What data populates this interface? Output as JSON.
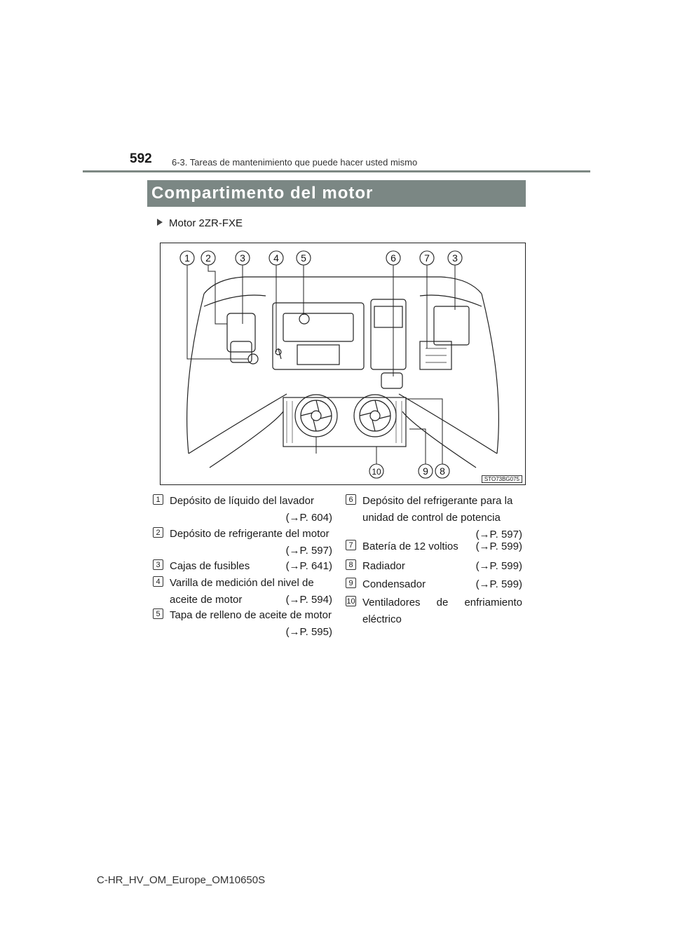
{
  "header": {
    "page_number": "592",
    "section": "6-3. Tareas de mantenimiento que puede hacer usted mismo"
  },
  "title": "Compartimento del motor",
  "subtitle": "Motor 2ZR-FXE",
  "figure": {
    "code": "STO73BG075",
    "callouts_top": [
      "1",
      "2",
      "3",
      "4",
      "5",
      "6",
      "7",
      "3"
    ],
    "callouts_bottom": [
      "10",
      "9",
      "8"
    ]
  },
  "legend_left": [
    {
      "num": "1",
      "lines": [
        "Depósito de líquido del lavador",
        ""
      ],
      "ref": "(→P. 604)"
    },
    {
      "num": "2",
      "lines": [
        "Depósito de refrigerante del motor",
        ""
      ],
      "ref": "(→P. 597)"
    },
    {
      "num": "3",
      "lines": [
        "Cajas de fusibles"
      ],
      "ref": "(→P. 641)"
    },
    {
      "num": "4",
      "lines": [
        "Varilla de medición del nivel de",
        "aceite de motor"
      ],
      "ref": "(→P. 594)"
    },
    {
      "num": "5",
      "lines": [
        "Tapa de relleno de aceite de motor",
        ""
      ],
      "ref": "(→P. 595)"
    }
  ],
  "legend_right": [
    {
      "num": "6",
      "lines": [
        "Depósito del refrigerante para la",
        "unidad de control de potencia",
        ""
      ],
      "ref": "(→P. 597)"
    },
    {
      "num": "7",
      "lines": [
        "Batería de 12 voltios"
      ],
      "ref": "(→P. 599)"
    },
    {
      "num": "8",
      "lines": [
        "Radiador"
      ],
      "ref": "(→P. 599)"
    },
    {
      "num": "9",
      "lines": [
        "Condensador"
      ],
      "ref": "(→P. 599)"
    },
    {
      "num": "10",
      "lines": [
        "Ventiladores de enfriamiento",
        "eléctrico"
      ],
      "ref": ""
    }
  ],
  "footer": "C-HR_HV_OM_Europe_OM10650S"
}
